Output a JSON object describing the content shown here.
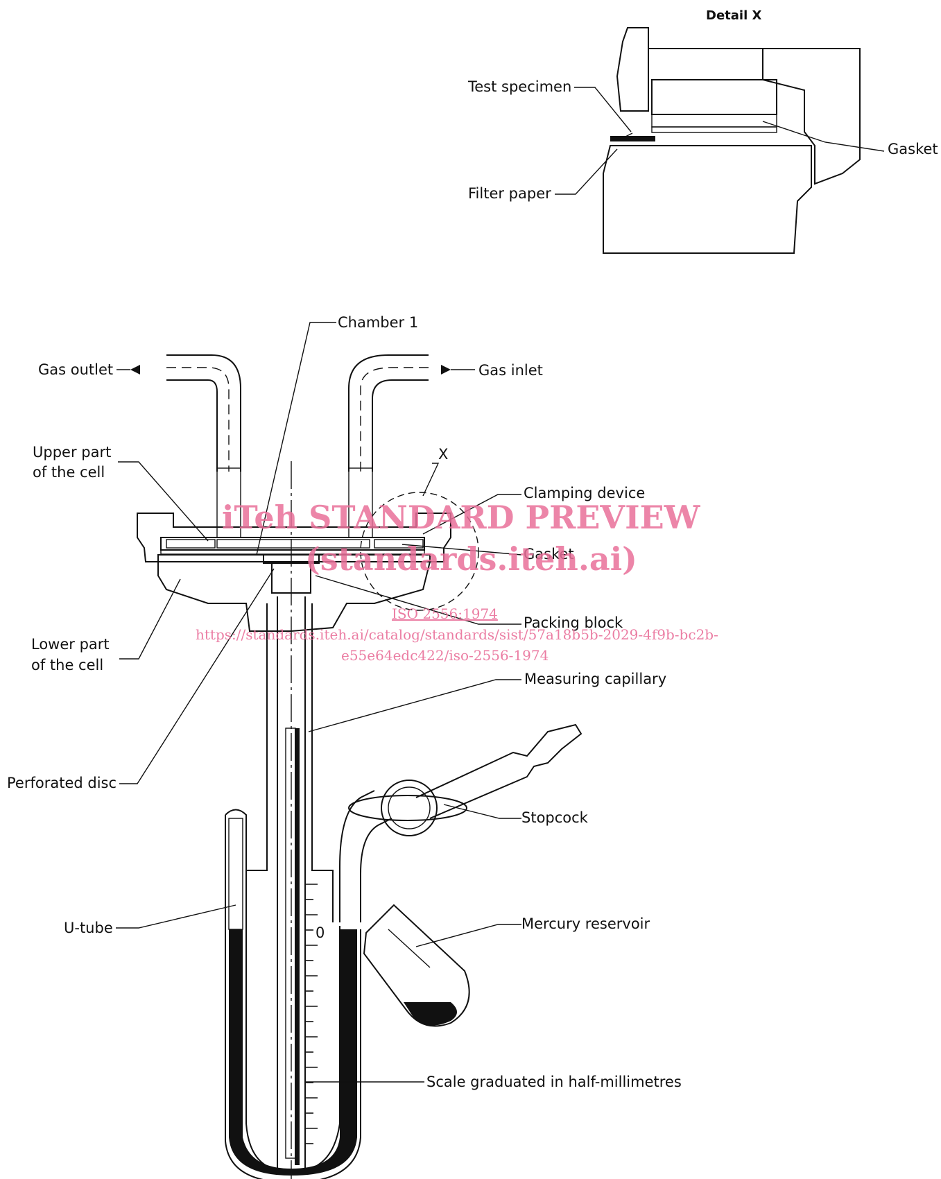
{
  "detail": {
    "title": "Detail X",
    "test_specimen": "Test specimen",
    "filter_paper": "Filter paper",
    "gasket": "Gasket"
  },
  "labels": {
    "chamber": "Chamber 1",
    "gas_outlet": "Gas outlet",
    "gas_inlet": "Gas inlet",
    "upper_part_1": "Upper part",
    "upper_part_2": "of the cell",
    "x_marker": "X",
    "clamping_device": "Clamping device",
    "gasket": "Gasket",
    "packing_block": "Packing block",
    "lower_part_1": "Lower part",
    "lower_part_2": "of the cell",
    "measuring_capillary": "Measuring capillary",
    "perforated_disc": "Perforated disc",
    "stopcock": "Stopcock",
    "u_tube": "U-tube",
    "zero_mark": "0",
    "mercury_reservoir": "Mercury reservoir",
    "scale": "Scale graduated in half-millimetres"
  },
  "watermark": {
    "line1": "iTeh STANDARD PREVIEW",
    "line2": "(standards.iteh.ai)",
    "line3": "ISO 2556:1974",
    "line4": "https://standards.iteh.ai/catalog/standards/sist/57a18b5b-2029-4f9b-bc2b-",
    "line5": "e55e64edc422/iso-2556-1974"
  },
  "colors": {
    "ink": "#111111",
    "watermark": "#e9709a",
    "mercury": "#111111"
  }
}
